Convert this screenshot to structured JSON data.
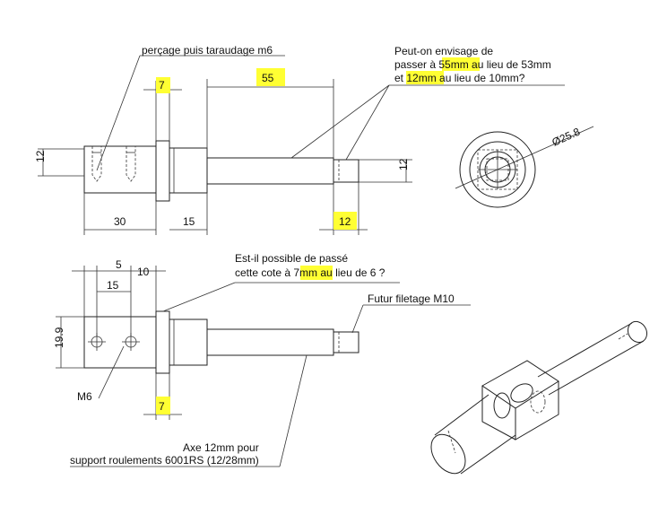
{
  "annotations": {
    "percage": "perçage puis taraudage m6",
    "q1_line1": "Peut-on envisage de",
    "q1_line2_a": "passer à ",
    "q1_line2_b": "55mm",
    "q1_line2_c": " au lieu de 53mm",
    "q1_line3_a": "et ",
    "q1_line3_b": "12mm",
    "q1_line3_c": " au lieu de 10mm?",
    "q2_line1": "Est-il possible de passé",
    "q2_line2_a": "cette cote à ",
    "q2_line2_b": "7mm",
    "q2_line2_c": " au lieu de 6 ?",
    "future": "Futur filetage M10",
    "m6": "M6",
    "axe_line1": "Axe 12mm pour",
    "axe_line2": "support roulements 6001RS (12/28mm)"
  },
  "dimensions": {
    "top_7": "7",
    "top_55": "55",
    "top_12_left": "12",
    "top_12_right": "12",
    "top_12_bottom": "12",
    "top_30": "30",
    "top_15": "15",
    "diam": "Ø25.8",
    "bot_5": "5",
    "bot_10": "10",
    "bot_15": "15",
    "bot_19_9": "19.9",
    "bot_7": "7"
  },
  "colors": {
    "highlight": "#ffff33"
  }
}
